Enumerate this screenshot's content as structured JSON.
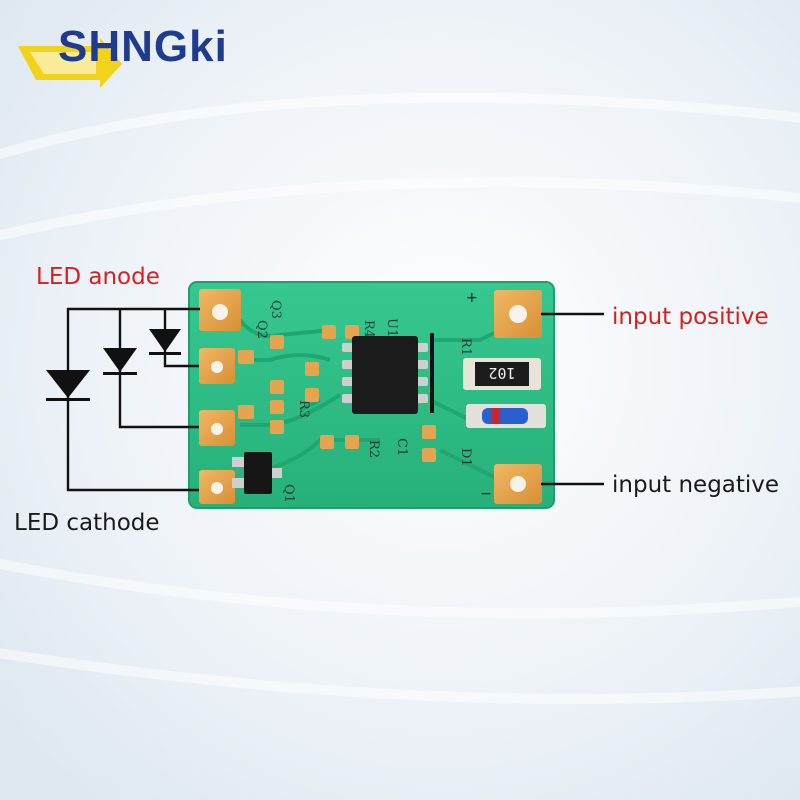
{
  "brand": {
    "logo_text": "SHNGki",
    "logo_color": "#1f3b8f",
    "arrow_color": "#f2d21a"
  },
  "labels": {
    "led_anode": "LED anode",
    "led_cathode": "LED cathode",
    "input_positive": "input positive",
    "input_negative": "input negative"
  },
  "board": {
    "chip_marking": "102",
    "pcb_color": "#2fc086",
    "pad_color": "#e3a24a"
  },
  "colors": {
    "label_red": "#d81f1f",
    "line_dark": "#111111"
  }
}
